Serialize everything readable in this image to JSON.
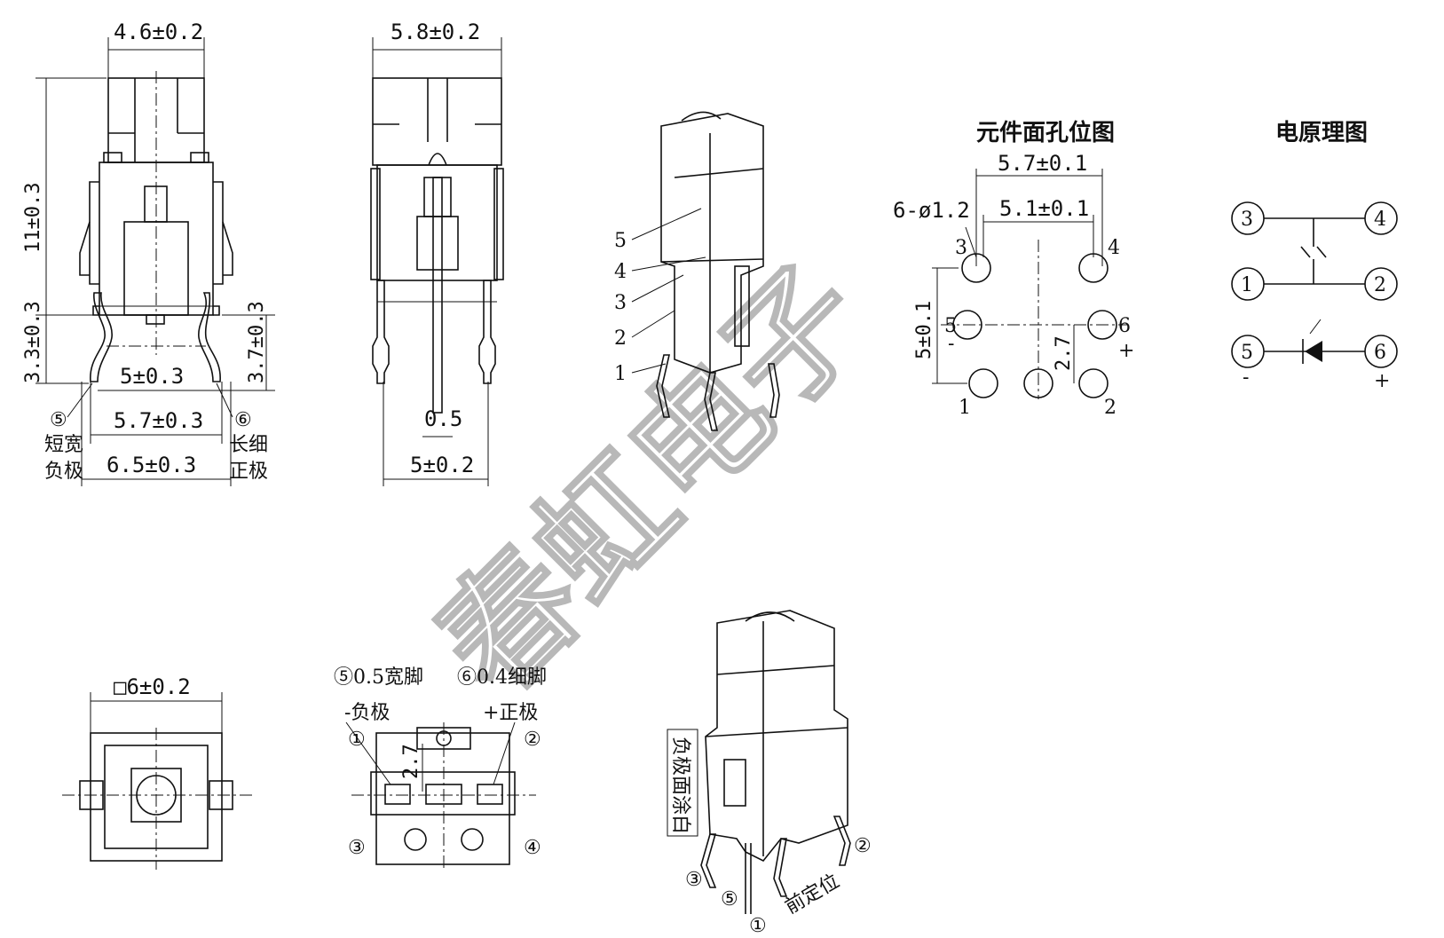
{
  "view1": {
    "width_top": "4.6±0.2",
    "height": "11±0.3",
    "pin_len_left": "3.3±0.3",
    "pin_len_right": "3.7±0.3",
    "pitch_inner": "5±0.3",
    "pitch_mid": "5.7±0.3",
    "pitch_outer": "6.5±0.3",
    "pin5_num": "⑤",
    "pin5_desc1": "短宽",
    "pin5_desc2": "负极",
    "pin6_num": "⑥",
    "pin6_desc1": "长细",
    "pin6_desc2": "正极"
  },
  "view2": {
    "width_top": "5.8±0.2",
    "pin_width": "0.5",
    "pitch": "5±0.2"
  },
  "view3": {
    "parts": [
      "5",
      "4",
      "3",
      "2",
      "1"
    ]
  },
  "pcb": {
    "title": "元件面孔位图",
    "dim_outer": "5.7±0.1",
    "dim_inner": "5.1±0.1",
    "hole": "6-ø1.2",
    "dim_vertical": "5±0.1",
    "dim_small": "2.7",
    "n3": "3",
    "n4": "4",
    "n5": "5",
    "n6": "6",
    "n1": "1",
    "n2": "2",
    "minus": "-",
    "plus": "+"
  },
  "schematic": {
    "title": "电原理图",
    "p3": "3",
    "p4": "4",
    "p1": "1",
    "p2": "2",
    "p5": "5",
    "p6": "6",
    "minus": "-",
    "plus": "+"
  },
  "view4": {
    "size": "□6±0.2"
  },
  "view5": {
    "pin5_label": "⑤0.5宽脚",
    "pin6_label": "⑥0.4细脚",
    "neg": "-负极",
    "pos": "+正极",
    "dim": "2.7",
    "c1": "①",
    "c2": "②",
    "c3": "③",
    "c4": "④"
  },
  "view6": {
    "note": "负极面涂白",
    "front": "前定位",
    "c3": "③",
    "c5": "⑤",
    "c1": "①",
    "c2": "②"
  },
  "watermark": "春虹电子"
}
